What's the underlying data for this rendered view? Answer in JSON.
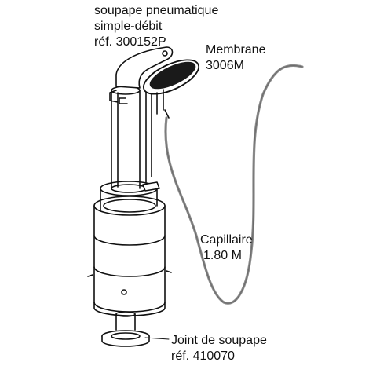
{
  "title": {
    "line1": "soupape pneumatique",
    "line2": "simple-débit",
    "line3": "réf. 300152P"
  },
  "labels": {
    "membrane": {
      "name": "Membrane",
      "ref": "3006M"
    },
    "capillaire": {
      "name": "Capillaire",
      "length": "1.80 M"
    },
    "joint": {
      "name": "Joint de soupape",
      "ref": "réf. 410070"
    }
  },
  "colors": {
    "line": "#111111",
    "capillary_tube": "#8a8a8a",
    "membrane_disc": "#1a1a1a",
    "background": "#ffffff"
  }
}
